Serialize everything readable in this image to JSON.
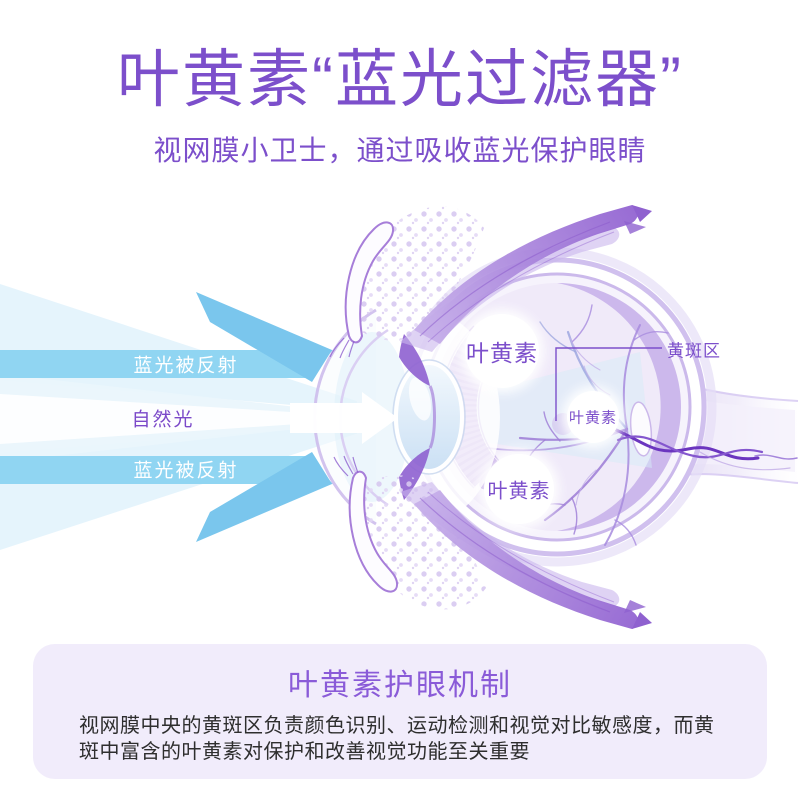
{
  "header": {
    "title": "叶黄素“蓝光过滤器”",
    "subtitle": "视网膜小卫士，通过吸收蓝光保护眼睛",
    "accent_color": "#7C4FCB"
  },
  "diagram": {
    "beams": {
      "top_reflected_label": "蓝光被反射",
      "natural_light_label": "自然光",
      "bottom_reflected_label": "蓝光被反射",
      "band_color": "#90D5F2",
      "arrow_color": "#7AC6ED"
    },
    "eye": {
      "lutein_labels": [
        "叶黄素",
        "叶黄素",
        "叶黄素"
      ],
      "macula_label": "黄斑区",
      "label_color": "#7C4FCB"
    }
  },
  "info_panel": {
    "title": "叶黄素护眼机制",
    "body": "视网膜中央的黄斑区负责颜色识别、运动检测和视觉对比敏感度，而黄斑中富含的叶黄素对保护和改善视觉功能至关重要",
    "title_color": "#8A5BD8",
    "background": "#F1ECFB"
  }
}
